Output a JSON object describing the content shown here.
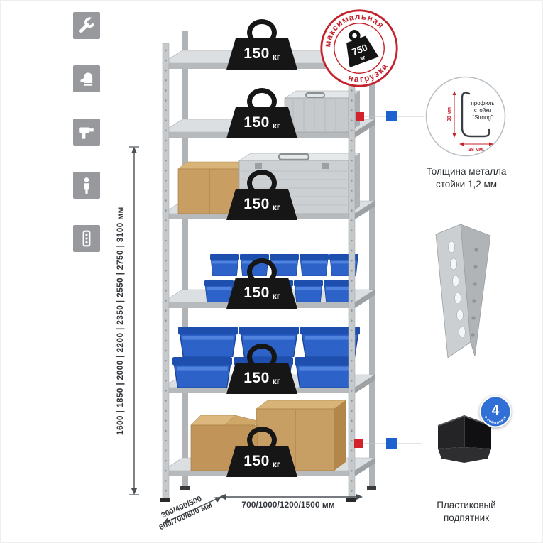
{
  "colors": {
    "stamp_red": "#c4232c",
    "marker_red": "#d2232a",
    "marker_blue": "#1e62d0",
    "bin_blue": "#2d62c8",
    "badge_blue": "#2f6fd6",
    "metal_gray": "#c5c9cc",
    "icon_gray": "#97999c"
  },
  "sidebar": {
    "icons": [
      {
        "name": "wrench-icon"
      },
      {
        "name": "gloves-icon"
      },
      {
        "name": "drill-icon"
      },
      {
        "name": "person-icon"
      },
      {
        "name": "perforated-profile-icon"
      }
    ]
  },
  "rack": {
    "shelf_count": 6,
    "shelf_load": {
      "value": "150",
      "unit": "кг"
    }
  },
  "stamp": {
    "arc_top": "максимальная",
    "arc_bottom": "нагрузка",
    "weight_value": "750",
    "weight_unit": "кг"
  },
  "dimensions": {
    "height": "1600 | 1850 | 2000 | 2200 | 2350 | 2550 | 2750 | 3100 мм",
    "depth_line1": "300/400/500",
    "depth_line2": "600/700/800 мм",
    "width": "700/1000/1200/1500 мм"
  },
  "profile_detail": {
    "label_line1": "профиль",
    "label_line2": "стойки",
    "label_line3": "“Strong”",
    "dim_vertical": "38 мм",
    "dim_horizontal": "38 мм.",
    "caption_line1": "Толщина металла",
    "caption_line2": "стойки 1,2 мм"
  },
  "foot_detail": {
    "badge_value": "4",
    "badge_label": "в комплекте",
    "caption_line1": "Пластиковый",
    "caption_line2": "подпятник"
  }
}
